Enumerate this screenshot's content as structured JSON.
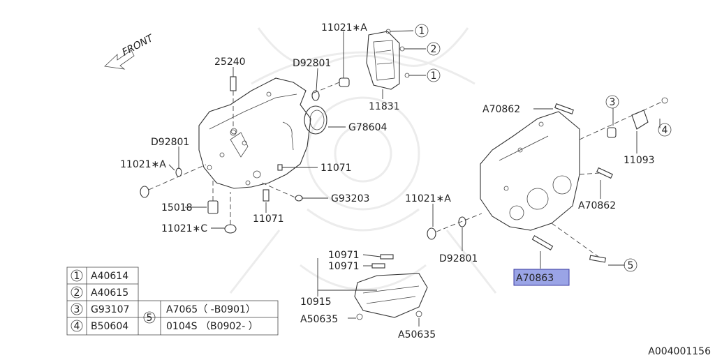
{
  "parts": {
    "p11021_top": "11021∗A",
    "p25240": "25240",
    "pD92801_top": "D92801",
    "p11831": "11831",
    "pG78604": "G78604",
    "pD92801_left": "D92801",
    "p11021_left": "11021∗A",
    "p11071_a": "11071",
    "pG93203": "G93203",
    "p15018": "15018",
    "p11071_b": "11071",
    "p11021_C": "11021∗C",
    "pA70862_top": "A70862",
    "p11093": "11093",
    "pA70862_right": "A70862",
    "p11021_mid": "11021∗A",
    "pD92801_bot": "D92801",
    "pA70863": "A70863",
    "p10971_a": "10971",
    "p10971_b": "10971",
    "p10915": "10915",
    "pA50635_left": "A50635",
    "pA50635_right": "A50635"
  },
  "callouts": {
    "c1": "1",
    "c2": "2",
    "c3": "3",
    "c4": "4",
    "c5": "5"
  },
  "front_label": "FRONT",
  "legend": {
    "r1_num": "1",
    "r1_code": "A40614",
    "r2_num": "2",
    "r2_code": "A40615",
    "r3_num": "3",
    "r3_code": "G93107",
    "r4_num": "4",
    "r4_code": "B50604",
    "r5_num": "5",
    "r5_a": "A7065（ -B0901）",
    "r5_b": "0104S （B0902- ）"
  },
  "diagram_id": "A004001156",
  "colors": {
    "highlight": "#9aa4e6",
    "ink": "#333333"
  }
}
